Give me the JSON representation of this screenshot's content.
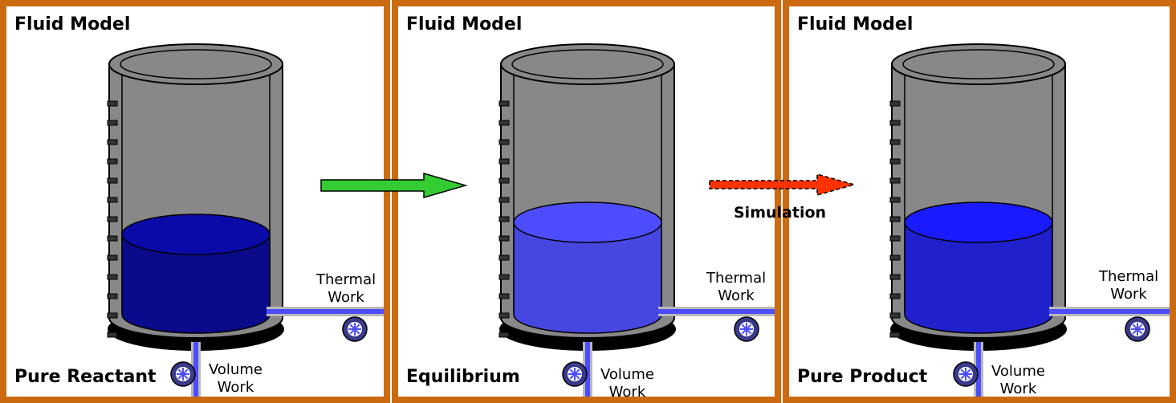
{
  "panels": [
    {
      "title": "Fluid Model",
      "state": "Pure Reactant",
      "thermal_line1": "Thermal",
      "thermal_line2": "Work",
      "volume_line1": "Volume",
      "volume_line2": "Work",
      "fluid_top": "#0a0aa8",
      "fluid_side": "#0a0a8a",
      "fluid_level": 0.4
    },
    {
      "title": "Fluid Model",
      "state": "Equilibrium",
      "thermal_line1": "Thermal",
      "thermal_line2": "Work",
      "volume_line1": "Volume",
      "volume_line2": "Work",
      "fluid_top": "#4d4dff",
      "fluid_side": "#4646e0",
      "fluid_level": 0.46
    },
    {
      "title": "Fluid Model",
      "state": "Pure Product",
      "thermal_line1": "Thermal",
      "thermal_line2": "Work",
      "volume_line1": "Volume",
      "volume_line2": "Work",
      "fluid_top": "#1a1aff",
      "fluid_side": "#2020cc",
      "fluid_level": 0.46
    }
  ],
  "arrows": {
    "sim_label": "Simulation",
    "green": "#33cc33",
    "red": "#ff3300"
  },
  "colors": {
    "frame": "#cc6a10",
    "cylinder": "#888888",
    "outline": "#000000",
    "pipe": "#4d4dff"
  }
}
